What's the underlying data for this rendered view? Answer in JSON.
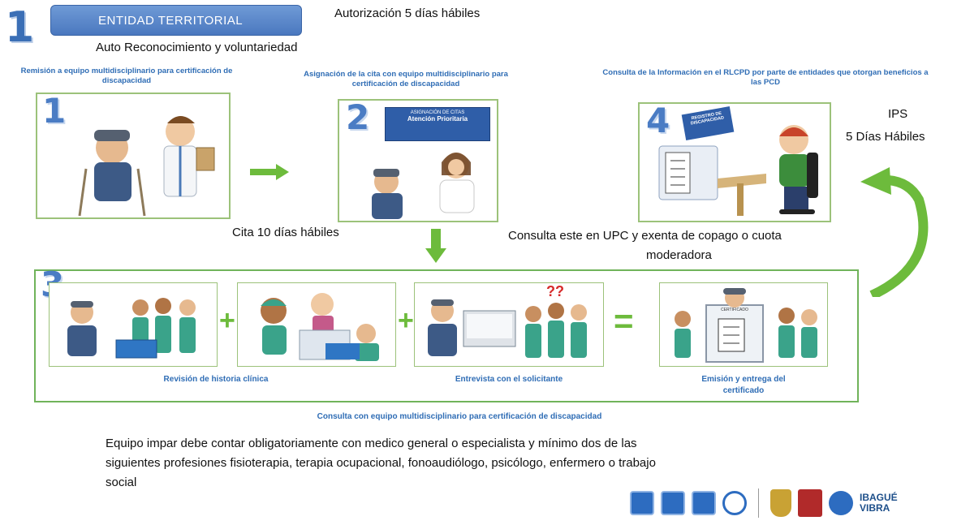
{
  "header": {
    "step_number": "1",
    "entity_button": "ENTIDAD TERRITORIAL",
    "authorization": "Autorización 5 días hábiles",
    "self_recognition": "Auto Reconocimiento y voluntariedad"
  },
  "steps": [
    {
      "number": "1",
      "title": "Remisión a equipo multidisciplinario para certificación de discapacidad"
    },
    {
      "number": "2",
      "title": "Asignación de la cita con equipo multidisciplinario para certificación de discapacidad",
      "sign_text": "ASIGNACIÓN DE CITAS",
      "sign_sub": "Atención Prioritaria"
    },
    {
      "number": "3"
    },
    {
      "number": "4",
      "title": "Consulta de la Información en el RLCPD por parte de entidades que otorgan beneficios a las PCD",
      "book_label": "REGISTRO DE DISCAPACIDAD"
    }
  ],
  "notes": {
    "ips": "IPS",
    "ips_days": "5 Días Hábiles",
    "appointment": "Cita 10 días hábiles",
    "upc_line1": "Consulta este en UPC y exenta de copago o cuota",
    "upc_line2": "moderadora"
  },
  "process3": {
    "review": "Revisión de historia clínica",
    "interview": "Entrevista con el solicitante",
    "issue_line1": "Emisión  y entrega del",
    "issue_line2": "certificado",
    "certificate_label": "CERTIFICADO",
    "question_marks": "??",
    "plus": "+",
    "equals": "="
  },
  "consulta_caption": "Consulta con equipo multidisciplinario para certificación de discapacidad",
  "footer": {
    "line1": "Equipo impar debe contar obligatoriamente con medico general o especialista y mínimo dos de las",
    "line2": "siguientes profesiones fisioterapia,  terapia ocupacional, fonoaudiólogo, psicólogo,  enfermero o trabajo",
    "line3": "social"
  },
  "logos": {
    "ibague_line1": "IBAGUÉ",
    "ibague_line2": "VIBRA"
  },
  "colors": {
    "accent_blue": "#2f6db5",
    "panel_green": "#9cc27a",
    "arrow_green": "#6dbb3c",
    "button_blue": "#4a78bf"
  }
}
